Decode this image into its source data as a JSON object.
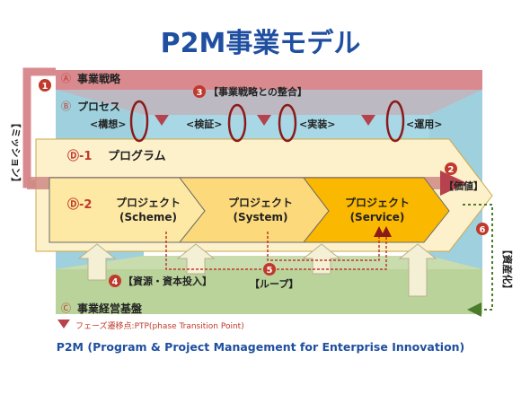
{
  "title": "P2M事業モデル",
  "footer": "P2M (Program & Project Management for Enterprise Innovation)",
  "legend": "フェーズ遷移点:PTP(phase Transition Point)",
  "colors": {
    "title": "#1f4fa0",
    "strategy": "#d98a8f",
    "process": "#a8d8e6",
    "foundation": "#b9d39b",
    "program": "#fdf1cc",
    "accent": "#c0392b",
    "dark_red": "#8b1a1a"
  },
  "layers": {
    "strategy": {
      "marker": "Ⓐ",
      "label": "事業戦略"
    },
    "process": {
      "marker": "Ⓑ",
      "label": "プロセス"
    },
    "foundation": {
      "marker": "Ⓒ",
      "label": "事業経営基盤"
    }
  },
  "phases": [
    "<構想>",
    "<検証>",
    "<実装>",
    "<運用>"
  ],
  "program": {
    "marker": "Ⓓ-1",
    "label": "プログラム"
  },
  "projects_marker": "Ⓓ-2",
  "projects": [
    {
      "name": "プロジェクト",
      "sub": "(Scheme)"
    },
    {
      "name": "プロジェクト",
      "sub": "(System)"
    },
    {
      "name": "プロジェクト",
      "sub": "(Service)"
    }
  ],
  "callouts": {
    "mission": {
      "num": "1",
      "label": "【ミッション】"
    },
    "value": {
      "num": "2",
      "label": "【価値】"
    },
    "alignment": {
      "num": "3",
      "label": "【事業戦略との整合】"
    },
    "resources": {
      "num": "4",
      "label": "【資源・資本投入】"
    },
    "loop": {
      "num": "5",
      "label": "【ループ】"
    },
    "assets": {
      "num": "6",
      "label": "【資産化】"
    }
  }
}
